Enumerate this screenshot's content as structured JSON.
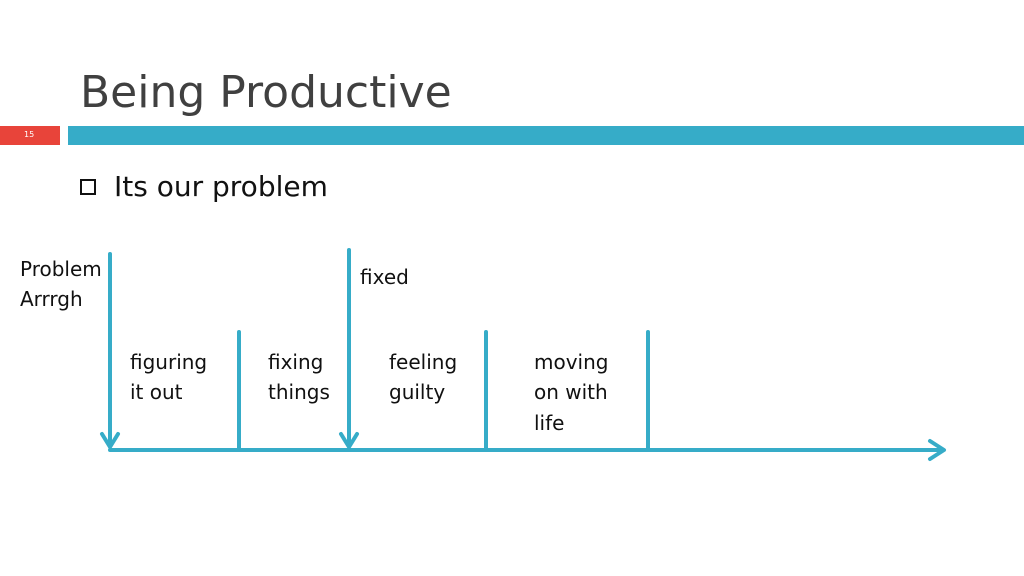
{
  "slide": {
    "title": "Being Productive",
    "number": "15",
    "bullet": "Its our problem"
  },
  "diagram": {
    "problem_label": [
      "Problem",
      "Arrrgh"
    ],
    "fixed_label": "fixed",
    "phases": [
      {
        "lines": [
          "figuring",
          "it out"
        ]
      },
      {
        "lines": [
          "fixing",
          "things"
        ]
      },
      {
        "lines": [
          "feeling",
          "guilty"
        ]
      },
      {
        "lines": [
          "moving",
          "on with",
          "life"
        ]
      }
    ]
  },
  "colors": {
    "accent": "#36acc8",
    "number_bar": "#e8443a",
    "title": "#404040"
  }
}
